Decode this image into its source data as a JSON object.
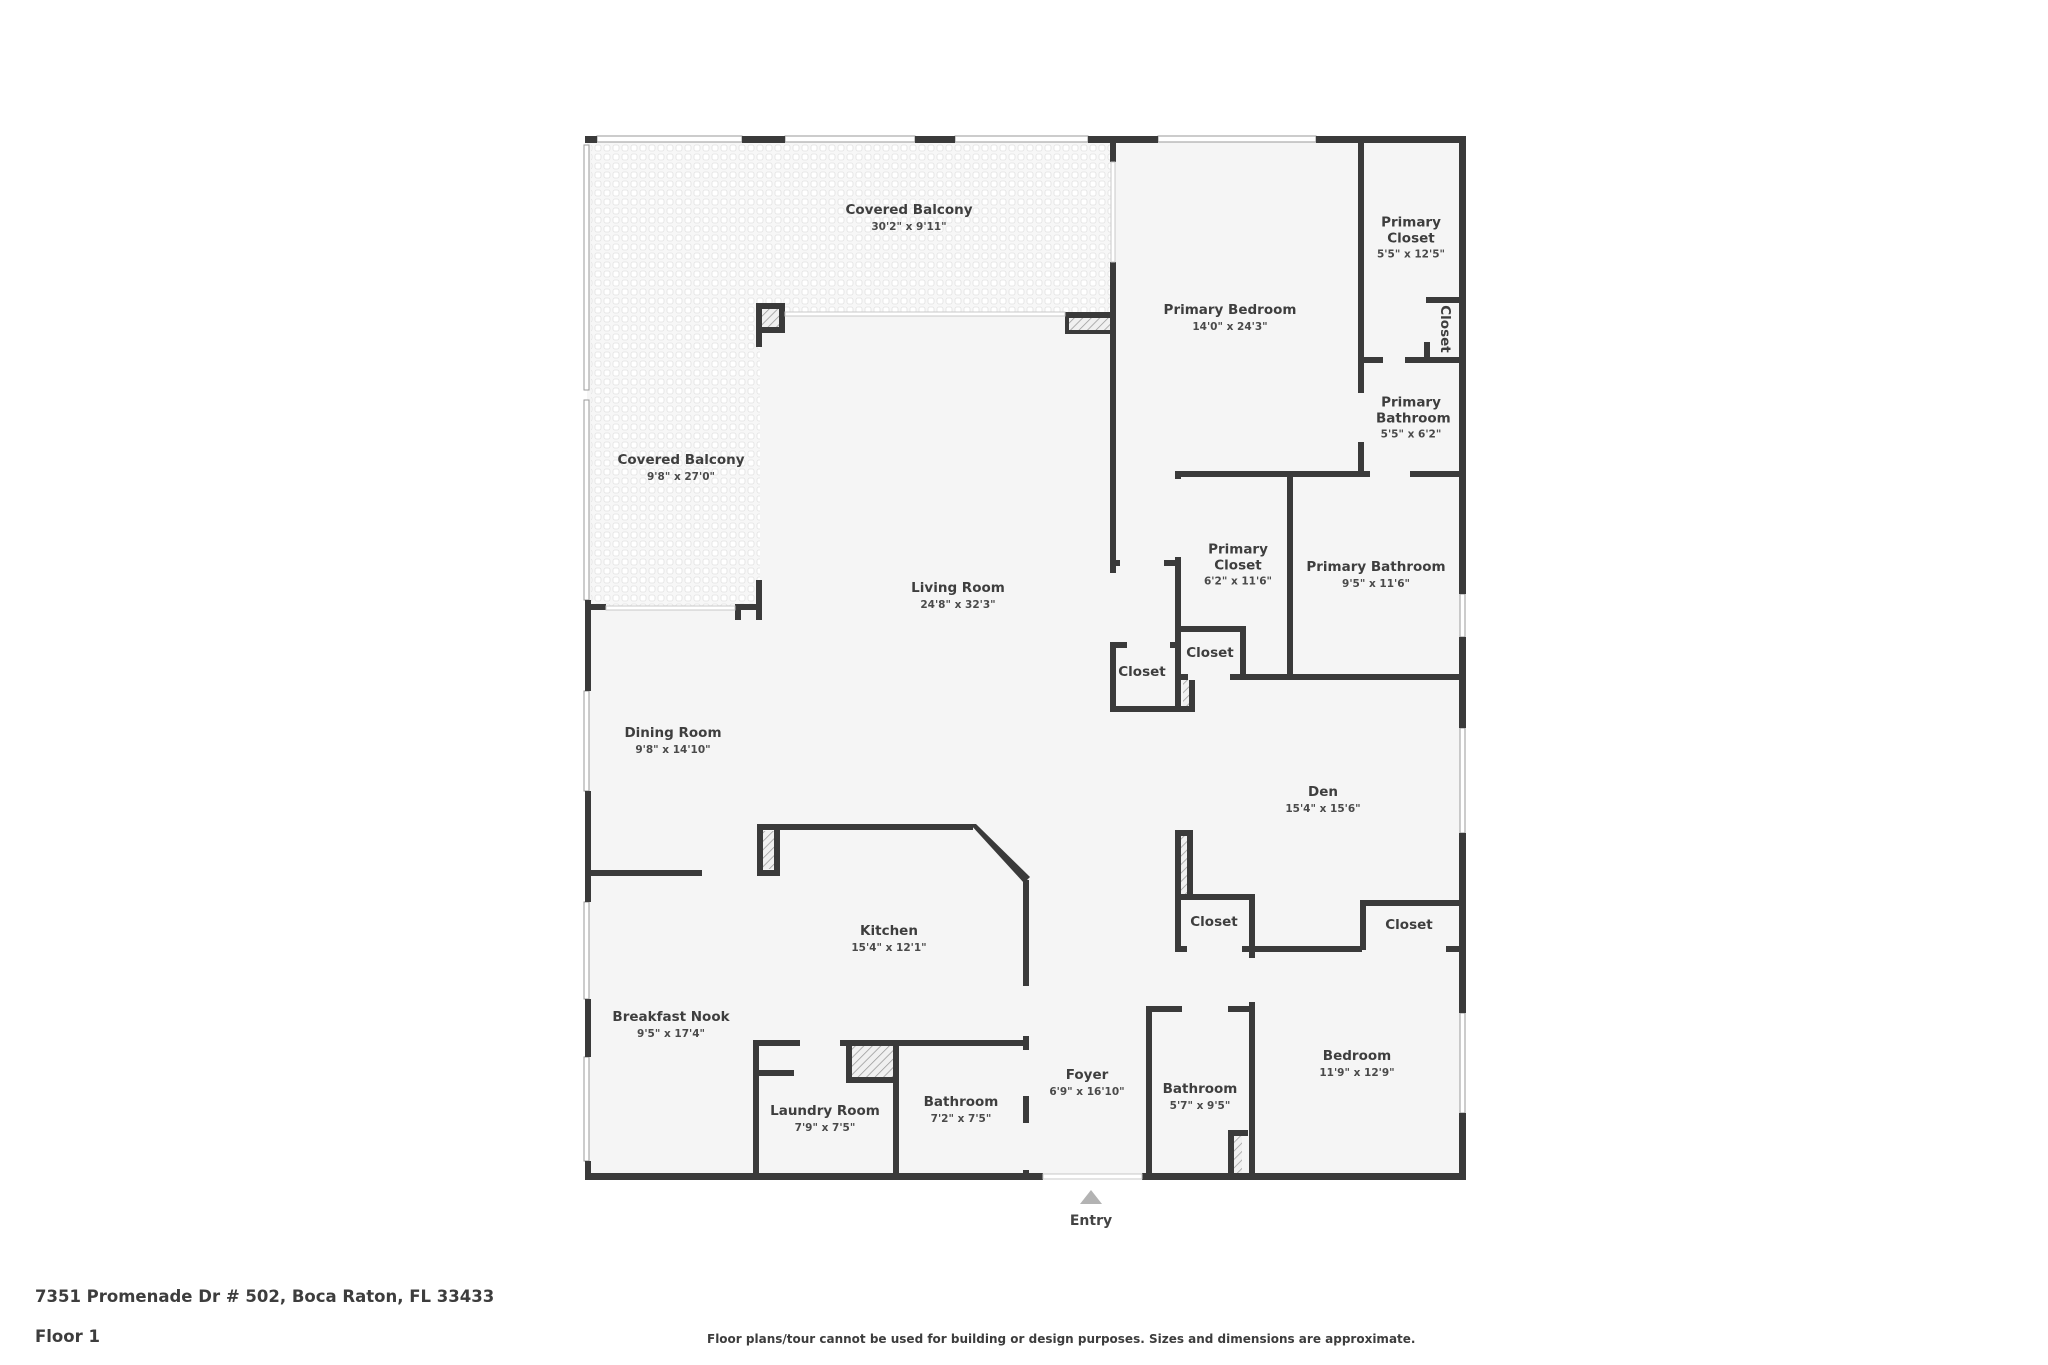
{
  "floor_plan": {
    "address": "7351 Promenade Dr # 502, Boca Raton, FL 33433",
    "floor": "Floor 1",
    "disclaimer": "Floor plans/tour cannot be used for building or design purposes. Sizes and dimensions are approximate.",
    "entry_label": "Entry",
    "colors": {
      "wall": "#3a3a3a",
      "floor": "#f5f5f5",
      "balcony_tile": "#eeeeee",
      "text": "#3d3d3d",
      "entry_arrow": "#b3b3b3"
    },
    "rooms": [
      {
        "name": "Covered Balcony",
        "dimensions": "30'2\" x 9'11\""
      },
      {
        "name": "Covered Balcony",
        "dimensions": "9'8\" x 27'0\""
      },
      {
        "name": "Primary Bedroom",
        "dimensions": "14'0\" x 24'3\""
      },
      {
        "name": "Primary Closet",
        "dimensions": "5'5\" x 12'5\""
      },
      {
        "name": "Closet",
        "dimensions": ""
      },
      {
        "name": "Primary Bathroom",
        "dimensions": "5'5\" x 6'2\""
      },
      {
        "name": "Living Room",
        "dimensions": "24'8\" x 32'3\""
      },
      {
        "name": "Primary Closet",
        "dimensions": "6'2\" x 11'6\""
      },
      {
        "name": "Primary Bathroom",
        "dimensions": "9'5\" x 11'6\""
      },
      {
        "name": "Closet",
        "dimensions": ""
      },
      {
        "name": "Closet",
        "dimensions": ""
      },
      {
        "name": "Dining Room",
        "dimensions": "9'8\" x 14'10\""
      },
      {
        "name": "Den",
        "dimensions": "15'4\" x 15'6\""
      },
      {
        "name": "Kitchen",
        "dimensions": "15'4\" x 12'1\""
      },
      {
        "name": "Closet",
        "dimensions": ""
      },
      {
        "name": "Closet",
        "dimensions": ""
      },
      {
        "name": "Breakfast Nook",
        "dimensions": "9'5\" x 17'4\""
      },
      {
        "name": "Laundry Room",
        "dimensions": "7'9\" x 7'5\""
      },
      {
        "name": "Bathroom",
        "dimensions": "7'2\" x 7'5\""
      },
      {
        "name": "Foyer",
        "dimensions": "6'9\" x 16'10\""
      },
      {
        "name": "Bathroom",
        "dimensions": "5'7\" x 9'5\""
      },
      {
        "name": "Bedroom",
        "dimensions": "11'9\" x 12'9\""
      }
    ]
  }
}
